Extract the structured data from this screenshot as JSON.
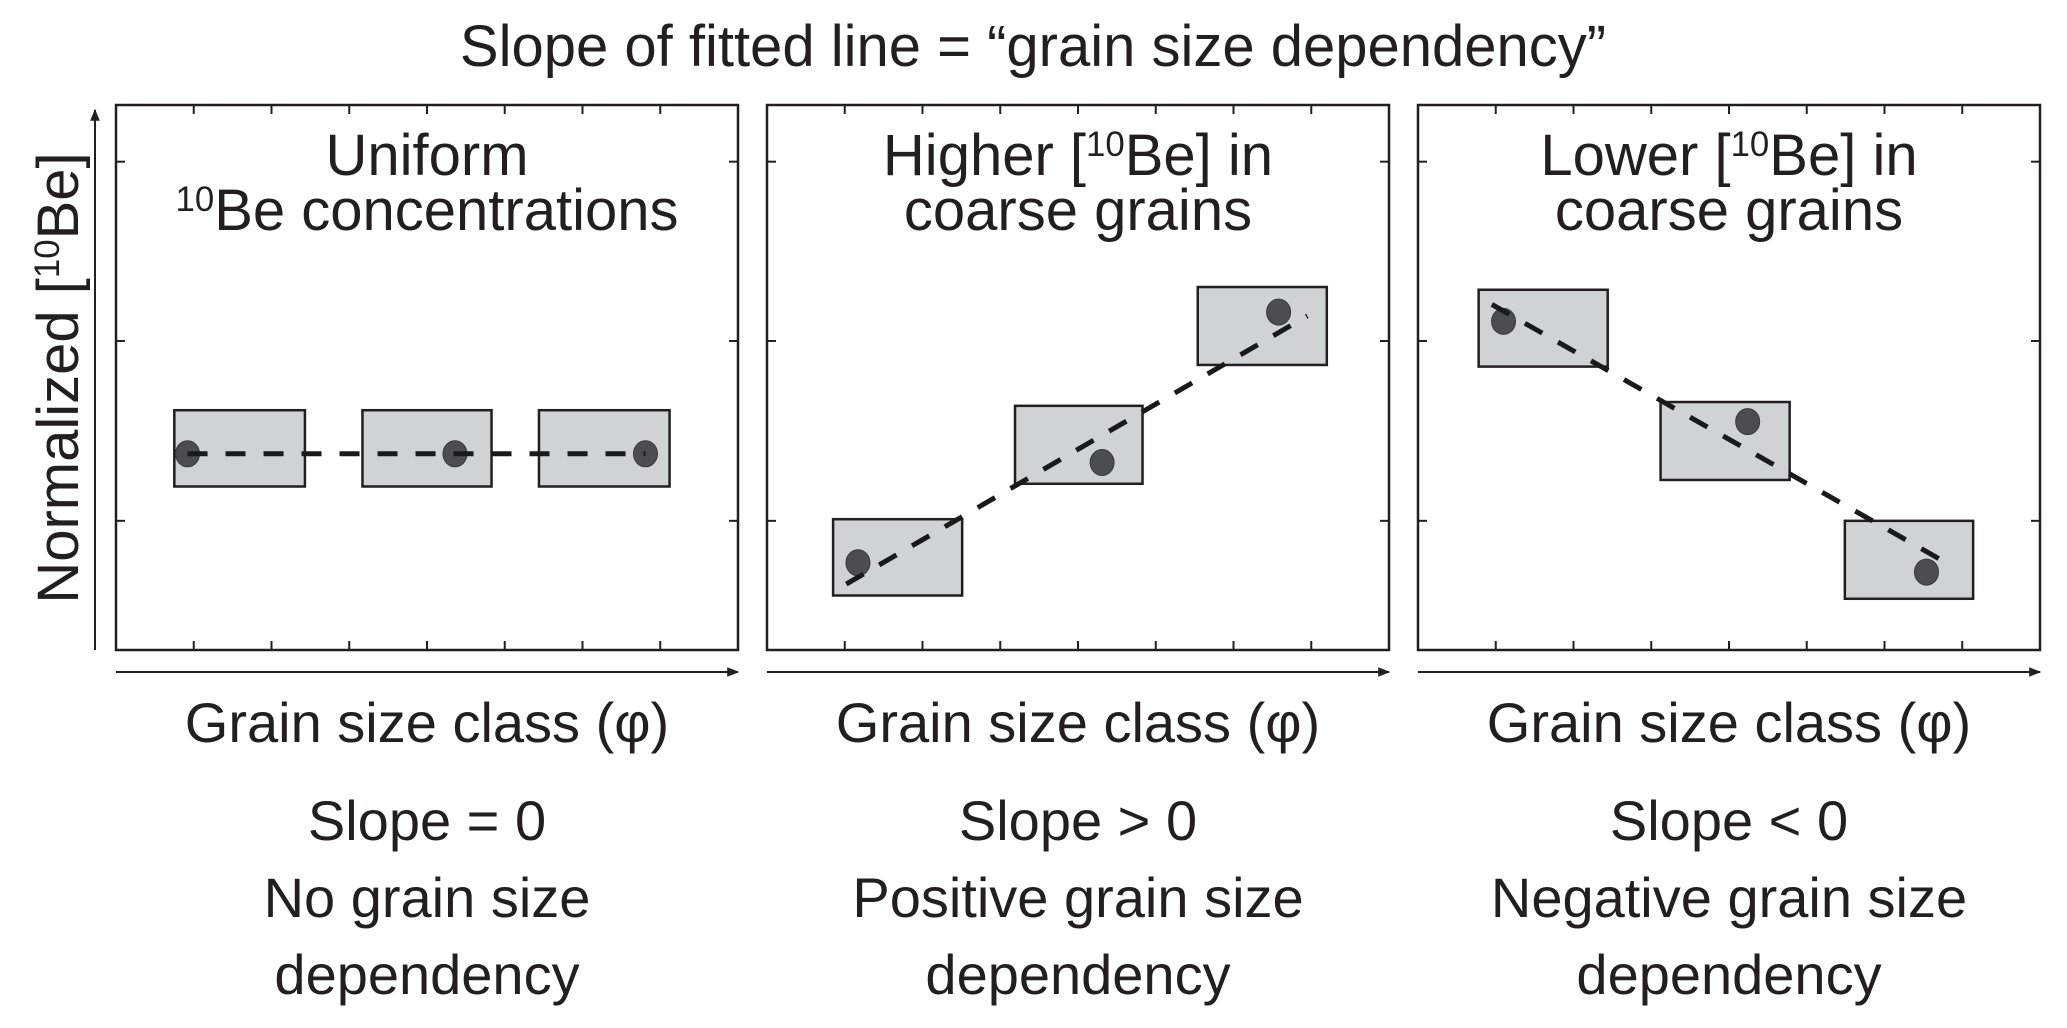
{
  "main_title": "Slope of fitted line = “grain size dependency”",
  "y_axis_label": [
    {
      "t": "Normalized [",
      "sup": false
    },
    {
      "t": "10",
      "sup": true
    },
    {
      "t": "Be]",
      "sup": false
    }
  ],
  "colors": {
    "box_fill": "#d1d2d4",
    "stroke": "#231f20",
    "point": "#4d4d4f"
  },
  "chart_data": [
    {
      "type": "scatter",
      "title_lines": [
        [
          {
            "t": "Uniform",
            "sup": false
          }
        ],
        [
          {
            "t": "10",
            "sup": true
          },
          {
            "t": "Be concentrations",
            "sup": false
          }
        ]
      ],
      "xlabel": "Grain size class (φ)",
      "ylabel": "Normalized [10Be]",
      "xlim": [
        0,
        8
      ],
      "ylim": [
        0,
        1
      ],
      "xticks": [
        1,
        2,
        3,
        4,
        5,
        6,
        7
      ],
      "yticks": [
        0.237,
        0.567,
        0.896
      ],
      "boxes": [
        {
          "x": [
            0.75,
            2.43
          ],
          "y": [
            0.3,
            0.44
          ]
        },
        {
          "x": [
            3.17,
            4.83
          ],
          "y": [
            0.3,
            0.44
          ]
        },
        {
          "x": [
            5.44,
            7.12
          ],
          "y": [
            0.3,
            0.44
          ]
        }
      ],
      "points": [
        {
          "x": 0.92,
          "y": 0.36
        },
        {
          "x": 4.36,
          "y": 0.36
        },
        {
          "x": 6.81,
          "y": 0.36
        }
      ],
      "fit_line": {
        "x": [
          0.92,
          6.81
        ],
        "y": [
          0.36,
          0.36
        ]
      },
      "caption": [
        "Slope = 0",
        "No grain size",
        "dependency"
      ]
    },
    {
      "type": "scatter",
      "title_lines": [
        [
          {
            "t": "Higher [",
            "sup": false
          },
          {
            "t": "10",
            "sup": true
          },
          {
            "t": "Be] in",
            "sup": false
          }
        ],
        [
          {
            "t": "coarse grains",
            "sup": false
          }
        ]
      ],
      "xlabel": "Grain size class (φ)",
      "ylabel": "Normalized [10Be]",
      "xlim": [
        0,
        8
      ],
      "ylim": [
        0,
        1
      ],
      "xticks": [
        1,
        2,
        3,
        4,
        5,
        6,
        7
      ],
      "yticks": [
        0.237,
        0.567,
        0.896
      ],
      "boxes": [
        {
          "x": [
            0.85,
            2.51
          ],
          "y": [
            0.1,
            0.24
          ]
        },
        {
          "x": [
            3.19,
            4.83
          ],
          "y": [
            0.305,
            0.448
          ]
        },
        {
          "x": [
            5.54,
            7.2
          ],
          "y": [
            0.523,
            0.666
          ]
        }
      ],
      "points": [
        {
          "x": 1.17,
          "y": 0.16
        },
        {
          "x": 4.31,
          "y": 0.344
        },
        {
          "x": 6.58,
          "y": 0.62
        }
      ],
      "fit_line": {
        "x": [
          1.02,
          6.95
        ],
        "y": [
          0.121,
          0.613
        ]
      },
      "caption": [
        "Slope > 0",
        "Positive grain size",
        "dependency"
      ]
    },
    {
      "type": "scatter",
      "title_lines": [
        [
          {
            "t": "Lower [",
            "sup": false
          },
          {
            "t": "10",
            "sup": true
          },
          {
            "t": "Be] in",
            "sup": false
          }
        ],
        [
          {
            "t": "coarse grains",
            "sup": false
          }
        ]
      ],
      "xlabel": "Grain size class (φ)",
      "ylabel": "Normalized [10Be]",
      "xlim": [
        0,
        8
      ],
      "ylim": [
        0,
        1
      ],
      "xticks": [
        1,
        2,
        3,
        4,
        5,
        6,
        7
      ],
      "yticks": [
        0.237,
        0.567,
        0.896
      ],
      "boxes": [
        {
          "x": [
            0.78,
            2.44
          ],
          "y": [
            0.52,
            0.661
          ]
        },
        {
          "x": [
            3.12,
            4.78
          ],
          "y": [
            0.312,
            0.455
          ]
        },
        {
          "x": [
            5.49,
            7.14
          ],
          "y": [
            0.094,
            0.237
          ]
        }
      ],
      "points": [
        {
          "x": 1.1,
          "y": 0.603
        },
        {
          "x": 4.24,
          "y": 0.419
        },
        {
          "x": 6.54,
          "y": 0.143
        }
      ],
      "fit_line": {
        "x": [
          0.95,
          6.88
        ],
        "y": [
          0.634,
          0.153
        ]
      },
      "caption": [
        "Slope < 0",
        "Negative grain size",
        "dependency"
      ]
    }
  ]
}
